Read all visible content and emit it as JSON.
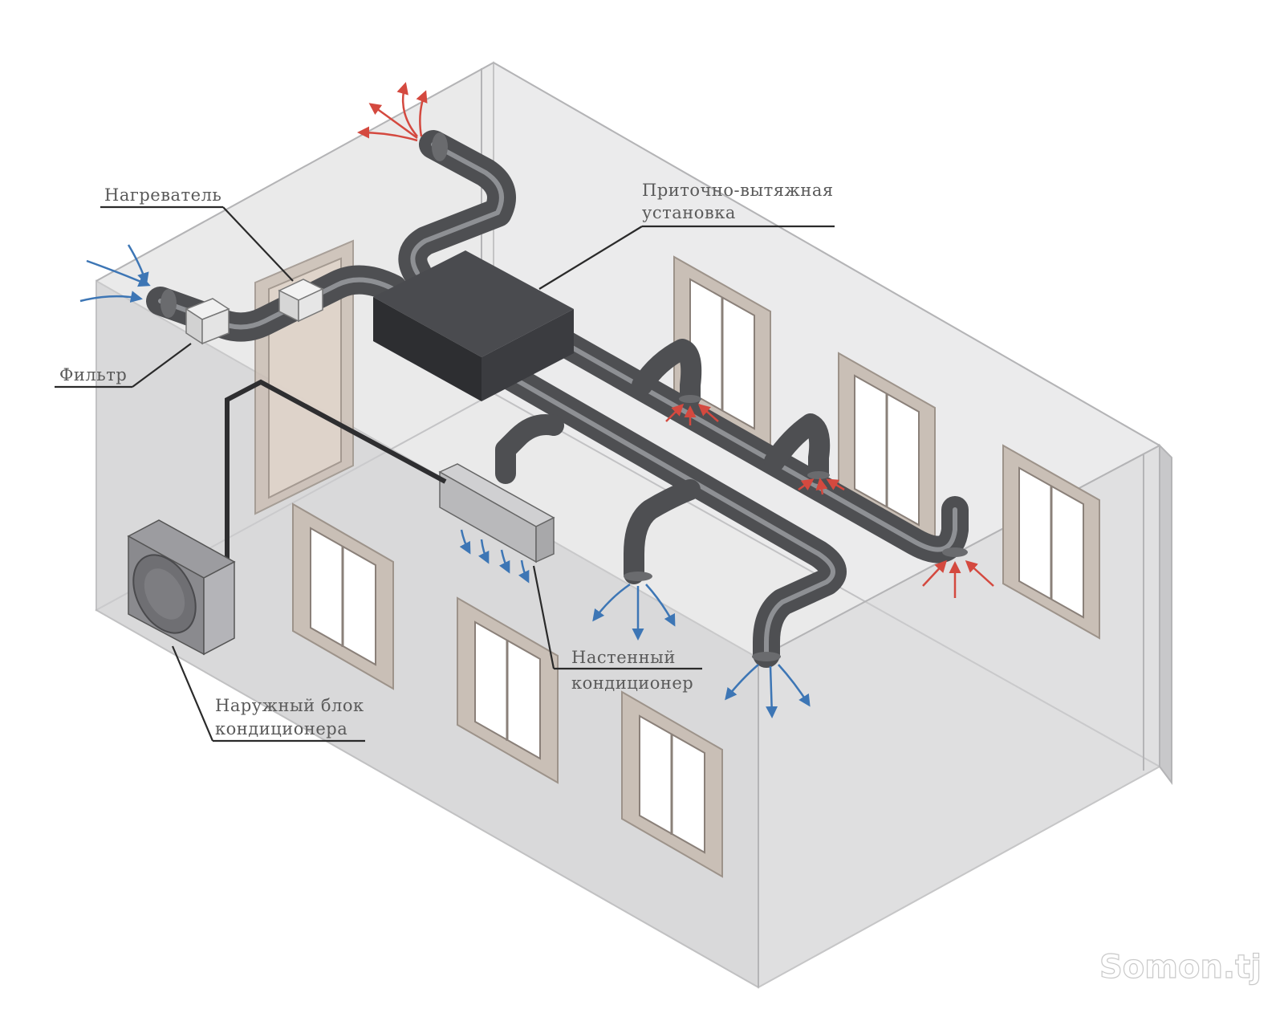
{
  "labels": {
    "heater": "Нагреватель",
    "filter": "Фильтр",
    "ahu_line1": "Приточно-вытяжная",
    "ahu_line2": "установка",
    "wall_ac_line1": "Настенный",
    "wall_ac_line2": "кондиционер",
    "outdoor_line1": "Наружный блок",
    "outdoor_line2": "кондиционера"
  },
  "watermark": "Somon.tj",
  "colors": {
    "supply_air": "#3d76b5",
    "exhaust_air": "#d4493f",
    "duct": "#4e4f52",
    "walls": "#c4c4c6"
  }
}
